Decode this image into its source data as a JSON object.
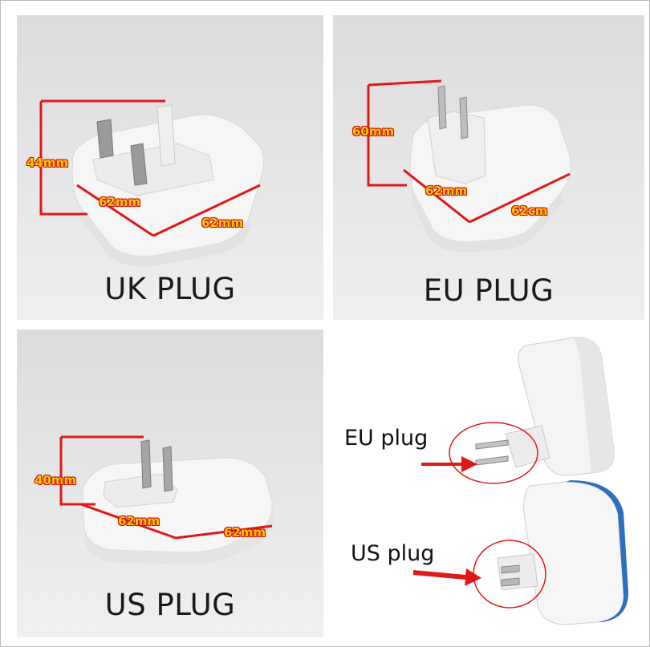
{
  "panels": {
    "uk": {
      "caption": "UK PLUG",
      "dims": {
        "height": "44mm",
        "depth": "62mm",
        "width": "62mm"
      }
    },
    "eu": {
      "caption": "EU PLUG",
      "dims": {
        "height": "60mm",
        "depth": "62mm",
        "width": "62cm"
      }
    },
    "us": {
      "caption": "US PLUG",
      "dims": {
        "height": "40mm",
        "depth": "62mm",
        "width": "62mm"
      }
    },
    "compare": {
      "eu_label": "EU plug",
      "us_label": "US plug"
    }
  },
  "colors": {
    "dimension_line": "#e01818",
    "dimension_text": "#f7c800",
    "panel_bg": "#e4e4e6",
    "accent_blue": "#2f6fc0"
  }
}
